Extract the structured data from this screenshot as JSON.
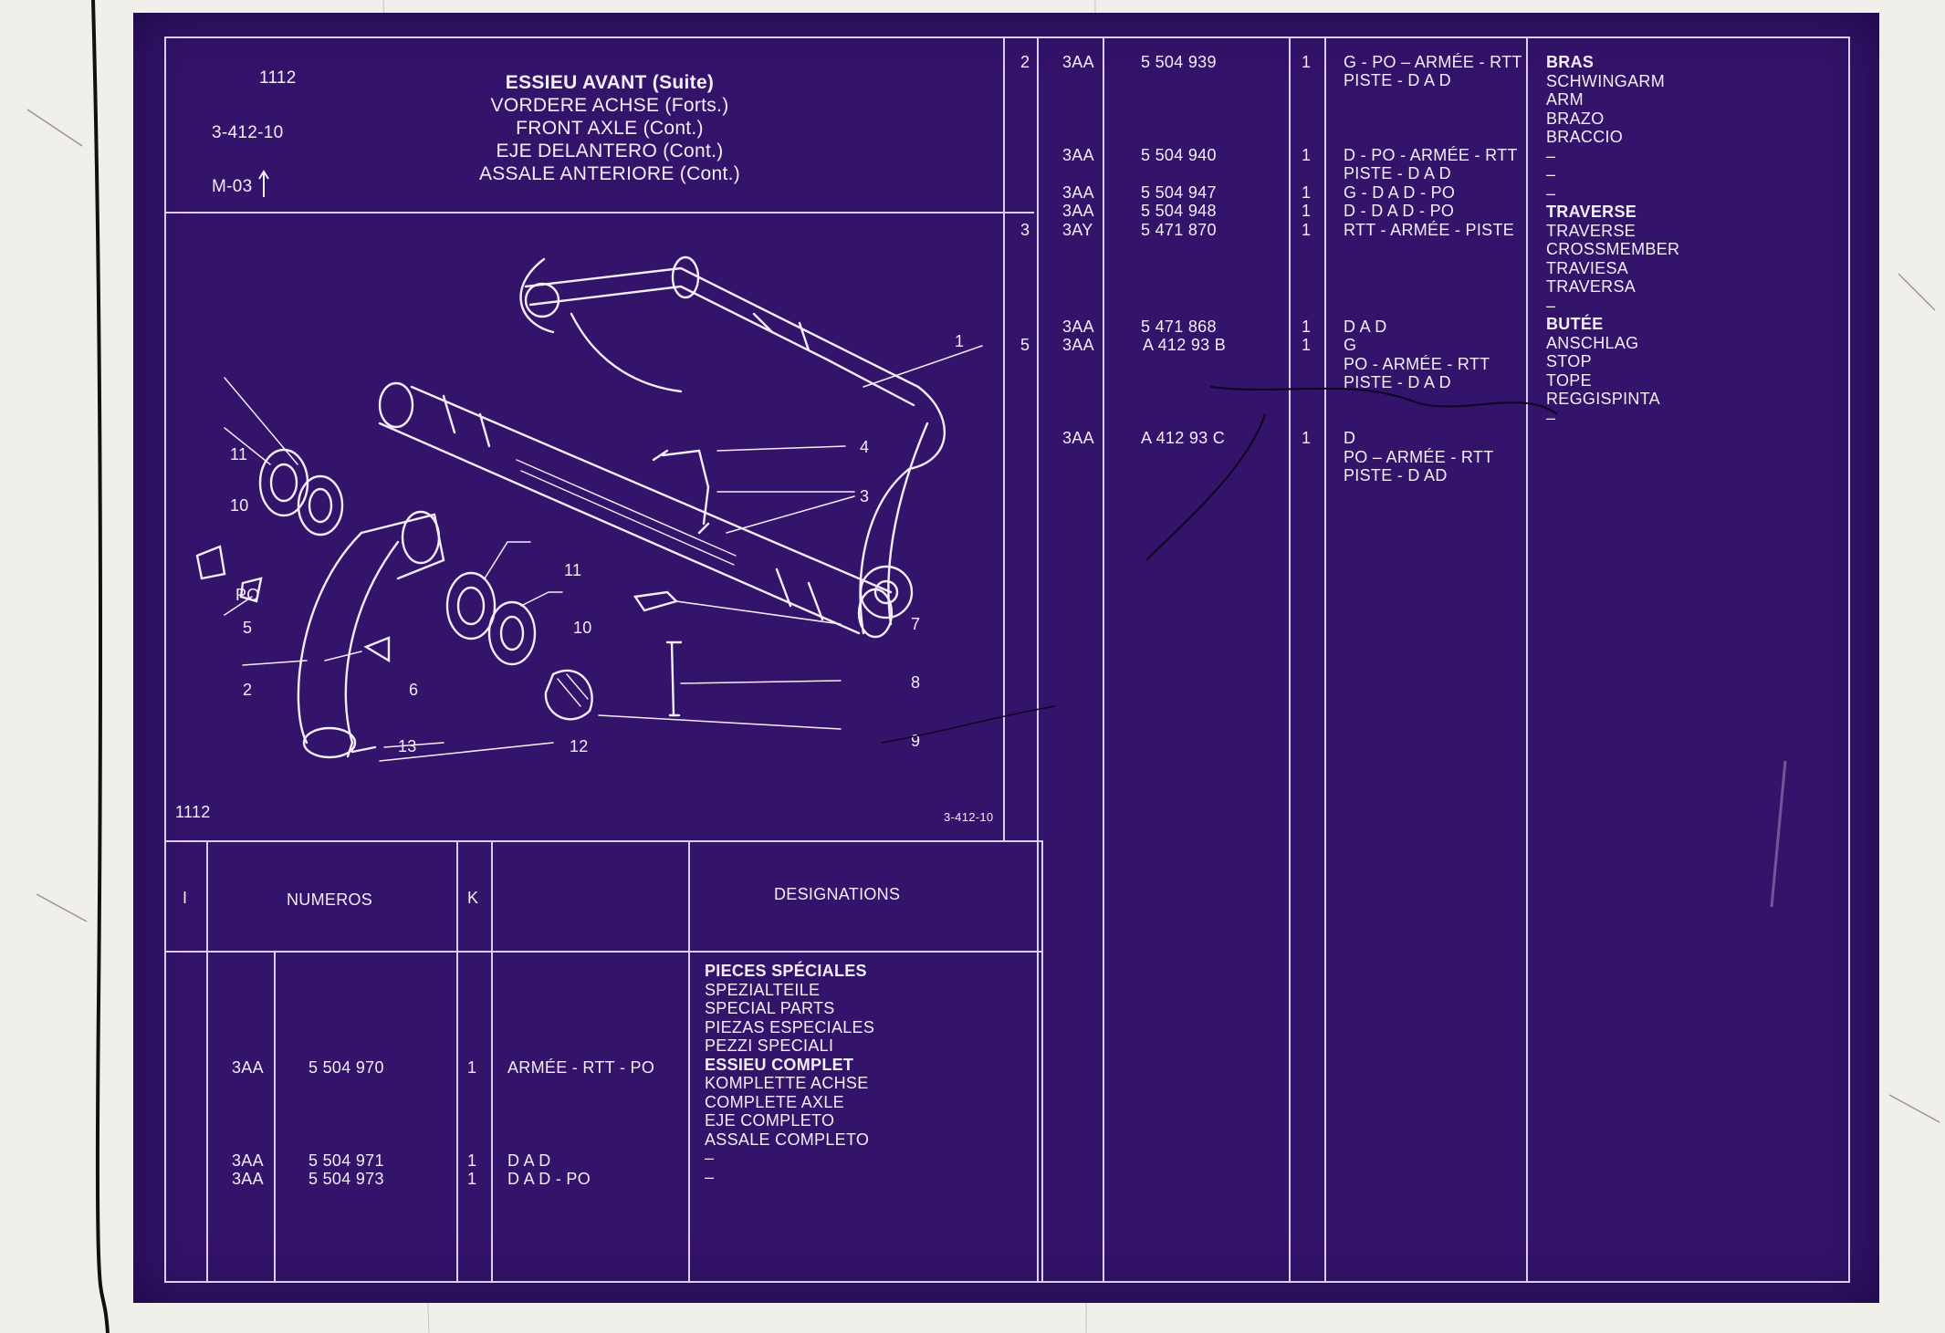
{
  "header": {
    "section_code": "1112",
    "ref_code": "3-412-10",
    "model_code": "M-03",
    "title_lines": [
      "ESSIEU AVANT (Suite)",
      "VORDERE ACHSE (Forts.)",
      "FRONT AXLE (Cont.)",
      "EJE DELANTERO (Cont.)",
      "ASSALE ANTERIORE (Cont.)"
    ]
  },
  "drawing": {
    "bottom_left_code": "1112",
    "bottom_right_code": "3-412-10",
    "callouts": [
      "1",
      "3",
      "4",
      "11",
      "10",
      "PO",
      "5",
      "2",
      "6",
      "11",
      "10",
      "13",
      "12",
      "7",
      "8",
      "9"
    ]
  },
  "table_header": {
    "col_i": "I",
    "col_numeros": "NUMEROS",
    "col_k": "K",
    "col_designations": "DESIGNATIONS"
  },
  "left_rows": [
    {
      "prefix": "3AA",
      "number": "5 504 970",
      "qty": "1",
      "variant": "ARMÉE - RTT - PO"
    },
    {
      "prefix": "3AA",
      "number": "5 504 971",
      "qty": "1",
      "variant": "D A D"
    },
    {
      "prefix": "3AA",
      "number": "5 504 973",
      "qty": "1",
      "variant": "D A D - PO"
    }
  ],
  "left_designations": [
    "PIECES SPÉCIALES",
    "SPEZIALTEILE",
    "SPECIAL PARTS",
    "PIEZAS ESPECIALES",
    "PEZZI SPECIALI",
    "ESSIEU COMPLET",
    "KOMPLETTE ACHSE",
    "COMPLETE AXLE",
    "EJE COMPLETO",
    "ASSALE COMPLETO",
    "–",
    "–"
  ],
  "right_rows": [
    {
      "item": "2",
      "prefix": "3AA",
      "number": "5 504 939",
      "qty": "1",
      "variant": [
        "G - PO – ARMÉE - RTT",
        "PISTE - D A D"
      ]
    },
    {
      "item": "",
      "prefix": "3AA",
      "number": "5 504 940",
      "qty": "1",
      "variant": [
        "D - PO - ARMÉE - RTT",
        "PISTE - D A D"
      ]
    },
    {
      "item": "",
      "prefix": "3AA",
      "number": "5 504 947",
      "qty": "1",
      "variant": [
        "G - D A D - PO"
      ]
    },
    {
      "item": "",
      "prefix": "3AA",
      "number": "5 504 948",
      "qty": "1",
      "variant": [
        "D - D A D - PO"
      ]
    },
    {
      "item": "3",
      "prefix": "3AY",
      "number": "5 471 870",
      "qty": "1",
      "variant": [
        "RTT - ARMÉE - PISTE"
      ]
    },
    {
      "item": "",
      "prefix": "3AA",
      "number": "5 471 868",
      "qty": "1",
      "variant": [
        "D A D"
      ]
    },
    {
      "item": "5",
      "prefix": "3AA",
      "number": "A 412 93 B",
      "qty": "1",
      "variant": [
        "G",
        "PO - ARMÉE - RTT",
        "PISTE - D A D"
      ]
    },
    {
      "item": "",
      "prefix": "3AA",
      "number": "A 412 93 C",
      "qty": "1",
      "variant": [
        "D",
        "PO – ARMÉE - RTT",
        "PISTE - D AD"
      ]
    }
  ],
  "right_designations": [
    {
      "text": "BRAS",
      "bold": true
    },
    {
      "text": "SCHWINGARM",
      "bold": false
    },
    {
      "text": "ARM",
      "bold": false
    },
    {
      "text": "BRAZO",
      "bold": false
    },
    {
      "text": "BRACCIO",
      "bold": false
    },
    {
      "text": "–",
      "bold": false
    },
    {
      "text": "–",
      "bold": false
    },
    {
      "text": "–",
      "bold": false
    },
    {
      "text": "TRAVERSE",
      "bold": true
    },
    {
      "text": "TRAVERSE",
      "bold": false
    },
    {
      "text": "CROSSMEMBER",
      "bold": false
    },
    {
      "text": "TRAVIESA",
      "bold": false
    },
    {
      "text": "TRAVERSA",
      "bold": false
    },
    {
      "text": "–",
      "bold": false
    },
    {
      "text": "BUTÉE",
      "bold": true
    },
    {
      "text": "ANSCHLAG",
      "bold": false
    },
    {
      "text": "STOP",
      "bold": false
    },
    {
      "text": "TOPE",
      "bold": false
    },
    {
      "text": "REGGISPINTA",
      "bold": false
    },
    {
      "text": "–",
      "bold": false
    }
  ],
  "colors": {
    "sheet": "#34136a",
    "ink": "#f2eefc",
    "rule": "#d9cff0",
    "backlight": "#f1efe9"
  },
  "icons": [
    "up-arrow-icon"
  ]
}
